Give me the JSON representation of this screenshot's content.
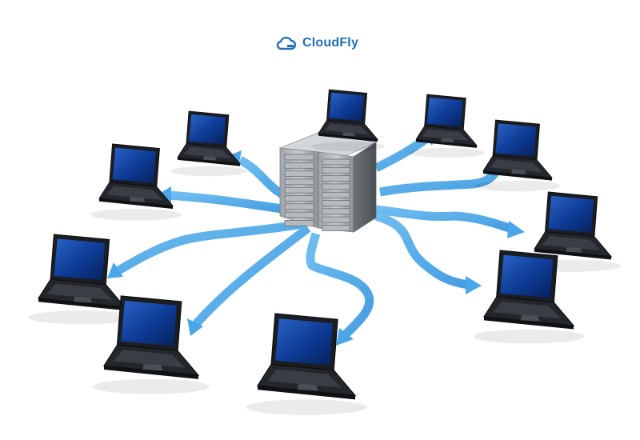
{
  "brand": {
    "name": "CloudFly",
    "logo_icon": "cloud-icon",
    "color": "#1f6fb8"
  },
  "diagram": {
    "hub": {
      "type": "server-rack",
      "icon": "server-icon",
      "units": 2
    },
    "connection_color": "#4aa6e8",
    "nodes": [
      {
        "id": "laptop-1",
        "icon": "laptop-icon"
      },
      {
        "id": "laptop-2",
        "icon": "laptop-icon"
      },
      {
        "id": "laptop-3",
        "icon": "laptop-icon"
      },
      {
        "id": "laptop-4",
        "icon": "laptop-icon"
      },
      {
        "id": "laptop-5",
        "icon": "laptop-icon"
      },
      {
        "id": "laptop-6",
        "icon": "laptop-icon"
      },
      {
        "id": "laptop-7",
        "icon": "laptop-icon"
      },
      {
        "id": "laptop-8",
        "icon": "laptop-icon"
      },
      {
        "id": "laptop-9",
        "icon": "laptop-icon"
      },
      {
        "id": "laptop-10",
        "icon": "laptop-icon"
      }
    ]
  }
}
